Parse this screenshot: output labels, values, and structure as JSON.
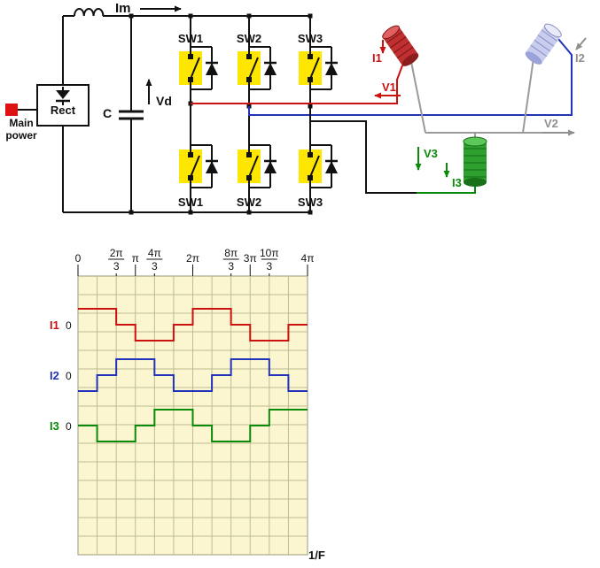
{
  "circuit": {
    "main_power_label": "Main power",
    "rect_label": "Rect",
    "dc_current_label": "Im",
    "cap_label": "C",
    "dc_voltage_label": "Vd",
    "top_switches": [
      "SW1",
      "SW2",
      "SW3"
    ],
    "bottom_switches": [
      "SW1",
      "SW2",
      "SW3"
    ],
    "phase1_current": "I1",
    "phase1_voltage": "V1",
    "phase2_current": "I2",
    "phase2_voltage": "V2",
    "phase3_current": "I3",
    "phase3_voltage": "V3",
    "colors": {
      "phase1": "#cc1111",
      "phase2": "#2233bb",
      "phase3": "#0a8a0a",
      "neutral_gray": "#8f8f8f",
      "switch_fill": "#ffe600",
      "main_red": "#dd1111"
    }
  },
  "chart_data": {
    "type": "line",
    "subtype": "three-phase-120deg-step-currents",
    "title": "",
    "x_ticks": [
      "0",
      "2π/3",
      "π",
      "4π/3",
      "2π",
      "8π/3",
      "3π",
      "10π/3",
      "4π"
    ],
    "x_tick_positions_pi3": [
      0,
      2,
      3,
      4,
      6,
      8,
      9,
      10,
      12
    ],
    "x_range_pi3": [
      0,
      12
    ],
    "xlabel": "1/F",
    "grid": true,
    "plot_bg": "#fbf6d0",
    "grid_color": "#bcbc90",
    "series": [
      {
        "name": "I1",
        "zero_label": "0",
        "color": "#cc1111",
        "amplitude": 1,
        "segments_pi3": [
          [
            0,
            2,
            1
          ],
          [
            2,
            3,
            0
          ],
          [
            3,
            5,
            -1
          ],
          [
            5,
            6,
            0
          ],
          [
            6,
            8,
            1
          ],
          [
            8,
            9,
            0
          ],
          [
            9,
            11,
            -1
          ],
          [
            11,
            12,
            0
          ]
        ]
      },
      {
        "name": "I2",
        "zero_label": "0",
        "color": "#2233bb",
        "amplitude": 1,
        "segments_pi3": [
          [
            0,
            1,
            -1
          ],
          [
            1,
            2,
            0
          ],
          [
            2,
            4,
            1
          ],
          [
            4,
            5,
            0
          ],
          [
            5,
            7,
            -1
          ],
          [
            7,
            8,
            0
          ],
          [
            8,
            10,
            1
          ],
          [
            10,
            11,
            0
          ],
          [
            11,
            12,
            -1
          ]
        ]
      },
      {
        "name": "I3",
        "zero_label": "0",
        "color": "#0a8a0a",
        "amplitude": 1,
        "segments_pi3": [
          [
            0,
            1,
            0
          ],
          [
            1,
            3,
            -1
          ],
          [
            3,
            4,
            0
          ],
          [
            4,
            6,
            1
          ],
          [
            6,
            7,
            0
          ],
          [
            7,
            9,
            -1
          ],
          [
            9,
            10,
            0
          ],
          [
            10,
            12,
            1
          ]
        ]
      }
    ]
  }
}
